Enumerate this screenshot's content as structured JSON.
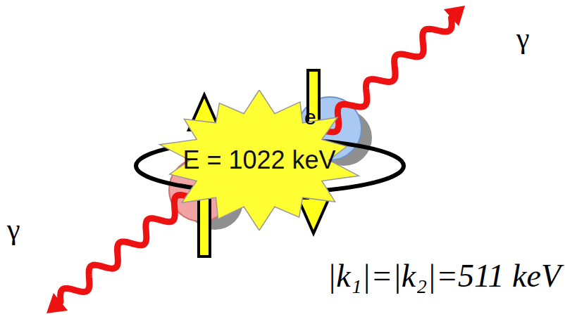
{
  "diagram": {
    "nodes": [
      {
        "text": [
          "E = 1022 keV"
        ]
      }
    ],
    "labels": [
      "γ",
      "e",
      "γ",
      "|k₁|=|k₂|=511 keV"
    ]
  }
}
